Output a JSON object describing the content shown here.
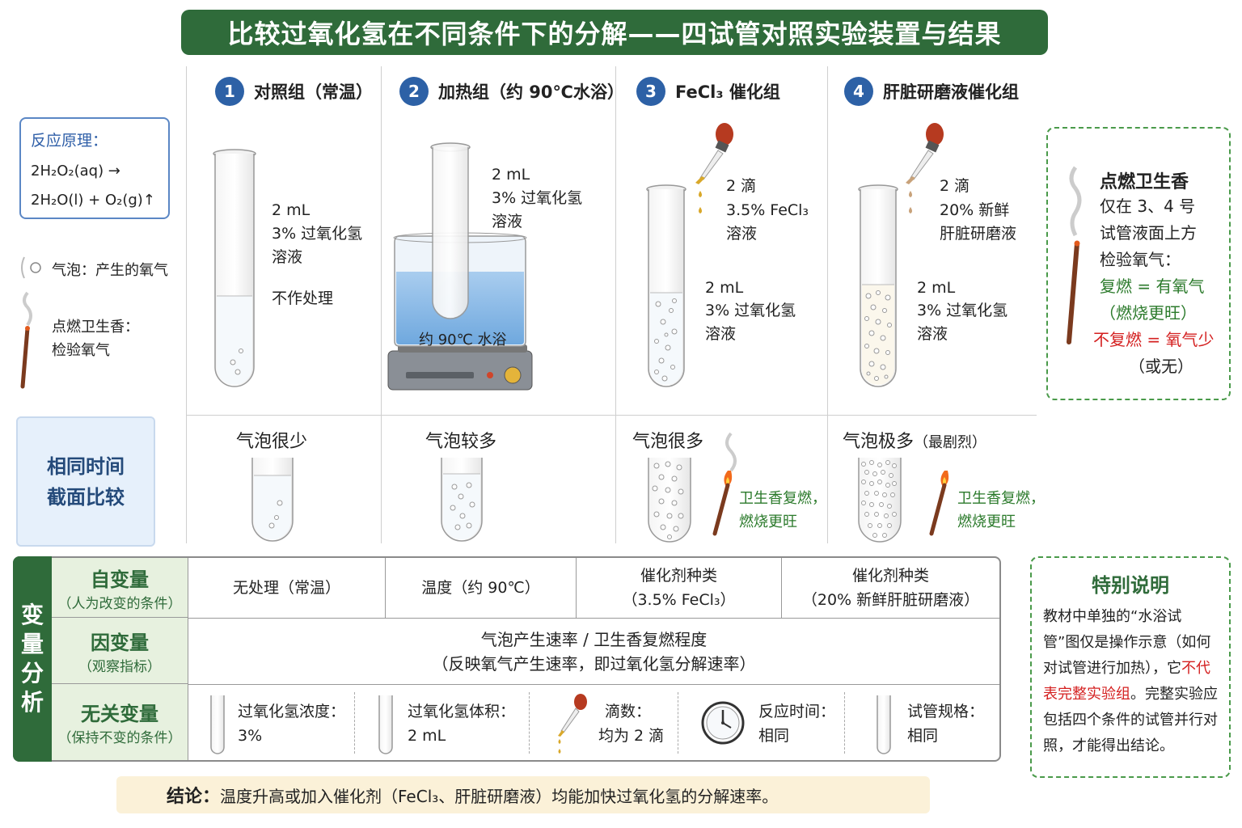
{
  "title": "比较过氧化氢在不同条件下的分解——四试管对照实验装置与结果",
  "principle": {
    "heading": "反应原理：",
    "line1": "2H₂O₂(aq) →",
    "line2": "2H₂O(l) + O₂(g)↑"
  },
  "legend": {
    "bubble": "气泡：产生的氧气",
    "incense_line1": "点燃卫生香：",
    "incense_line2": "检验氧气"
  },
  "groups": [
    {
      "num": "1",
      "name": "对照组（常温）",
      "lines": [
        "2 mL",
        "3% 过氧化氢",
        "溶液"
      ],
      "extra": "不作处理"
    },
    {
      "num": "2",
      "name": "加热组（约 90℃水浴）",
      "lines": [
        "2 mL",
        "3% 过氧化氢",
        "溶液"
      ],
      "bath_label": "约 90℃ 水浴"
    },
    {
      "num": "3",
      "name": "FeCl₃ 催化组",
      "drops": [
        "2 滴",
        "3.5% FeCl₃",
        "溶液"
      ],
      "lines": [
        "2 mL",
        "3% 过氧化氢",
        "溶液"
      ]
    },
    {
      "num": "4",
      "name": "肝脏研磨液催化组",
      "drops": [
        "2 滴",
        "20% 新鲜",
        "肝脏研磨液"
      ],
      "lines": [
        "2 mL",
        "3% 过氧化氢",
        "溶液"
      ]
    }
  ],
  "tip": {
    "title": "点燃卫生香",
    "lines": [
      "仅在 3、4 号",
      "试管液面上方",
      "检验氧气："
    ],
    "pos1": "复燃 = 有氧气",
    "pos2": "（燃烧更旺）",
    "neg1": "不复燃 = 氧气少",
    "neg2": "（或无）"
  },
  "compare": {
    "box_line1": "相同时间",
    "box_line2": "截面比较",
    "results": [
      "气泡很少",
      "气泡较多",
      "气泡很多",
      "气泡极多"
    ],
    "result4_extra": "（最剧烈）",
    "incense_note1": "卫生香复燃，",
    "incense_note2": "燃烧更旺"
  },
  "table": {
    "side_label": [
      "变",
      "量",
      "分",
      "析"
    ],
    "rows": {
      "iv": {
        "label": "自变量",
        "sub": "（人为改变的条件）",
        "cells": [
          [
            "无处理（常温）"
          ],
          [
            "温度（约 90℃）"
          ],
          [
            "催化剂种类",
            "（3.5% FeCl₃）"
          ],
          [
            "催化剂种类",
            "（20% 新鲜肝脏研磨液）"
          ]
        ]
      },
      "dv": {
        "label": "因变量",
        "sub": "（观察指标）",
        "line1": "气泡产生速率 / 卫生香复燃程度",
        "line2": "（反映氧气产生速率，即过氧化氢分解速率）"
      },
      "cv": {
        "label": "无关变量",
        "sub": "（保持不变的条件）",
        "items": [
          [
            "过氧化氢浓度：",
            "3%"
          ],
          [
            "过氧化氢体积：",
            "2 mL"
          ],
          [
            "滴数：",
            "均为 2 滴"
          ],
          [
            "反应时间：",
            "相同"
          ],
          [
            "试管规格：",
            "相同"
          ]
        ]
      }
    }
  },
  "note": {
    "title": "特别说明",
    "p1": "教材中单独的“水浴试管”图仅是操作示意（如何对试管进行加热），它",
    "p_red": "不代表完整实验组",
    "p2": "。完整实验应包括四个条件的试管并行对照，才能得出结论。"
  },
  "conclusion": {
    "label": "结论：",
    "text": "温度升高或加入催化剂（FeCl₃、肝脏研磨液）均能加快过氧化氢的分解速率。"
  },
  "colors": {
    "green": "#2f6b3a",
    "blue": "#2d61a6",
    "red": "#d42020"
  }
}
